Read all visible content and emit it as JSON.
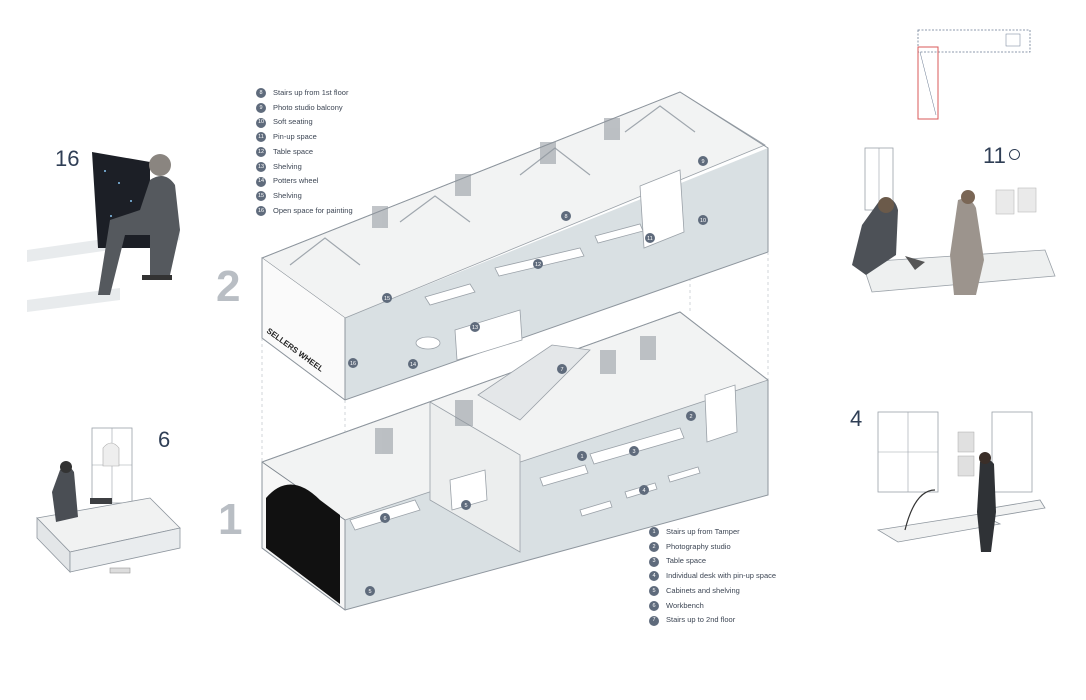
{
  "legend_upper": {
    "items": [
      {
        "num": "8",
        "label": "Stairs up from 1st floor"
      },
      {
        "num": "9",
        "label": "Photo studio balcony"
      },
      {
        "num": "10",
        "label": "Soft seating"
      },
      {
        "num": "11",
        "label": "Pin-up space"
      },
      {
        "num": "12",
        "label": "Table space"
      },
      {
        "num": "13",
        "label": "Shelving"
      },
      {
        "num": "14",
        "label": "Potters wheel"
      },
      {
        "num": "15",
        "label": "Shelving"
      },
      {
        "num": "16",
        "label": "Open space for painting"
      }
    ]
  },
  "legend_lower": {
    "items": [
      {
        "num": "1",
        "label": "Stairs up from Tamper"
      },
      {
        "num": "2",
        "label": "Photography studio"
      },
      {
        "num": "3",
        "label": "Table space"
      },
      {
        "num": "4",
        "label": "Individual desk with pin-up space"
      },
      {
        "num": "5",
        "label": "Cabinets and shelving"
      },
      {
        "num": "6",
        "label": "Workbench"
      },
      {
        "num": "7",
        "label": "Stairs up to 2nd floor"
      }
    ]
  },
  "floors": {
    "upper": "2",
    "lower": "1"
  },
  "photos": {
    "p16": "16",
    "p11": "11",
    "p6": "6",
    "p4": "4"
  },
  "facade_text": "SELLERS WHEEL",
  "markers": [
    {
      "num": "1"
    },
    {
      "num": "2"
    },
    {
      "num": "3"
    },
    {
      "num": "4"
    },
    {
      "num": "5"
    },
    {
      "num": "6"
    },
    {
      "num": "7"
    },
    {
      "num": "8"
    },
    {
      "num": "9"
    },
    {
      "num": "10"
    },
    {
      "num": "11"
    },
    {
      "num": "12"
    },
    {
      "num": "13"
    },
    {
      "num": "14"
    },
    {
      "num": "15"
    },
    {
      "num": "16"
    }
  ],
  "colors": {
    "marker": "#5f6b7c",
    "floor": "#d6dde1",
    "wall": "#f3f4f4",
    "line": "#8e969e",
    "highlight": "#d85a5a"
  }
}
